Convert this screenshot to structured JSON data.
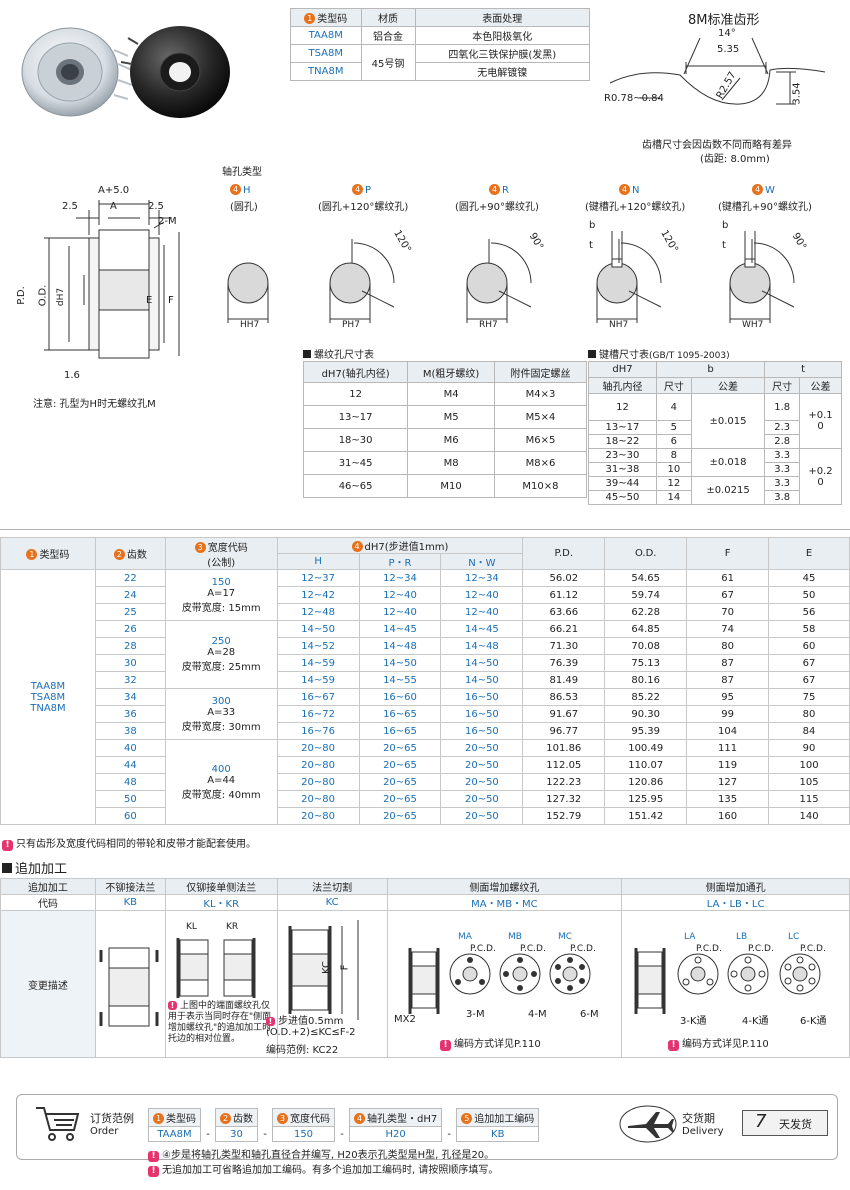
{
  "type_table": {
    "headers": [
      "类型码",
      "材质",
      "表面处理"
    ],
    "header_num": "1",
    "rows": [
      [
        "TAA8M",
        "铝合金",
        "本色阳极氧化"
      ],
      [
        "TSA8M",
        "45号钢",
        "四氧化三铁保护膜(发黑)"
      ],
      [
        "TNA8M",
        "",
        "无电解镀镍"
      ]
    ]
  },
  "tooth_profile": {
    "title": "8M标准齿形",
    "angle": "14°",
    "width": "5.35",
    "radius": "R2.57",
    "depth": "3.54",
    "fillet": "R0.78~0.84",
    "note1": "齿槽尺寸会因齿数不同而略有差异",
    "note2": "(齿距: 8.0mm)"
  },
  "pulley_dims": {
    "a5": "A+5.0",
    "w1": "2.5",
    "a": "A",
    "w2": "2.5",
    "m2": "2-M",
    "pd": "P.D.",
    "od": "O.D.",
    "dh7": "dH7",
    "e": "E",
    "f": "F",
    "t16": "1.6",
    "note": "注意: 孔型为H时无螺纹孔M"
  },
  "bore_types": {
    "title": "轴孔类型",
    "items": [
      {
        "code": "H",
        "desc": "(圆孔)",
        "dim": "HH7",
        "angle": ""
      },
      {
        "code": "P",
        "desc": "(圆孔+120°螺纹孔)",
        "dim": "PH7",
        "angle": "120°"
      },
      {
        "code": "R",
        "desc": "(圆孔+90°螺纹孔)",
        "dim": "RH7",
        "angle": "90°"
      },
      {
        "code": "N",
        "desc": "(键槽孔+120°螺纹孔)",
        "dim": "NH7",
        "angle": "120°"
      },
      {
        "code": "W",
        "desc": "(键槽孔+90°螺纹孔)",
        "dim": "WH7",
        "angle": "90°"
      }
    ],
    "num": "4",
    "b": "b",
    "t": "t"
  },
  "screw_table": {
    "title": "螺纹孔尺寸表",
    "headers": [
      "dH7(轴孔内径)",
      "M(粗牙螺纹)",
      "附件固定螺丝"
    ],
    "rows": [
      [
        "12",
        "M4",
        "M4×3"
      ],
      [
        "13~17",
        "M5",
        "M5×4"
      ],
      [
        "18~30",
        "M6",
        "M6×5"
      ],
      [
        "31~45",
        "M8",
        "M8×6"
      ],
      [
        "46~65",
        "M10",
        "M10×8"
      ]
    ]
  },
  "key_table": {
    "title": "键槽尺寸表",
    "title_suffix": "(GB/T 1095-2003)",
    "h_d": "dH7",
    "h_bore": "轴孔内径",
    "h_b": "b",
    "h_t": "t",
    "h_size": "尺寸",
    "h_tol": "公差",
    "rows": [
      {
        "d": "12",
        "b": "4",
        "t": "1.8"
      },
      {
        "d": "13~17",
        "b": "5",
        "t": "2.3"
      },
      {
        "d": "18~22",
        "b": "6",
        "t": "2.8"
      },
      {
        "d": "23~30",
        "b": "8",
        "t": "3.3"
      },
      {
        "d": "31~38",
        "b": "10",
        "t": "3.3"
      },
      {
        "d": "39~44",
        "b": "12",
        "t": "3.3"
      },
      {
        "d": "45~50",
        "b": "14",
        "t": "3.8"
      }
    ],
    "b_tol": [
      "±0.015",
      "±0.018",
      "±0.0215"
    ],
    "t_tol_a": "+0.1",
    "t_tol_a2": "0",
    "t_tol_b": "+0.2",
    "t_tol_b2": "0"
  },
  "main_table": {
    "h_type": "类型码",
    "h_teeth": "齿数",
    "h_width": "宽度代码",
    "h_width2": "(公制)",
    "h_dh7": "dH7(步进值1mm)",
    "h_h": "H",
    "h_pr": "P・R",
    "h_nw": "N・W",
    "h_pd": "P.D.",
    "h_od": "O.D.",
    "h_f": "F",
    "h_e": "E",
    "types": [
      "TAA8M",
      "TSA8M",
      "TNA8M"
    ],
    "widths": [
      {
        "code": "150",
        "a": "A=17",
        "belt": "皮带宽度: 15mm"
      },
      {
        "code": "250",
        "a": "A=28",
        "belt": "皮带宽度: 25mm"
      },
      {
        "code": "300",
        "a": "A=33",
        "belt": "皮带宽度: 30mm"
      },
      {
        "code": "400",
        "a": "A=44",
        "belt": "皮带宽度: 40mm"
      }
    ],
    "rows": [
      [
        "22",
        "12~37",
        "12~34",
        "12~34",
        "56.02",
        "54.65",
        "61",
        "45"
      ],
      [
        "24",
        "12~42",
        "12~40",
        "12~40",
        "61.12",
        "59.74",
        "67",
        "50"
      ],
      [
        "25",
        "12~48",
        "12~40",
        "12~40",
        "63.66",
        "62.28",
        "70",
        "56"
      ],
      [
        "26",
        "14~50",
        "14~45",
        "14~45",
        "66.21",
        "64.85",
        "74",
        "58"
      ],
      [
        "28",
        "14~52",
        "14~48",
        "14~48",
        "71.30",
        "70.08",
        "80",
        "60"
      ],
      [
        "30",
        "14~59",
        "14~50",
        "14~50",
        "76.39",
        "75.13",
        "87",
        "67"
      ],
      [
        "32",
        "14~59",
        "14~55",
        "14~50",
        "81.49",
        "80.16",
        "87",
        "67"
      ],
      [
        "34",
        "16~67",
        "16~60",
        "16~50",
        "86.53",
        "85.22",
        "95",
        "75"
      ],
      [
        "36",
        "16~72",
        "16~65",
        "16~50",
        "91.67",
        "90.30",
        "99",
        "80"
      ],
      [
        "38",
        "16~76",
        "16~65",
        "16~50",
        "96.77",
        "95.39",
        "104",
        "84"
      ],
      [
        "40",
        "20~80",
        "20~65",
        "20~50",
        "101.86",
        "100.49",
        "111",
        "90"
      ],
      [
        "44",
        "20~80",
        "20~65",
        "20~50",
        "112.05",
        "110.07",
        "119",
        "100"
      ],
      [
        "48",
        "20~80",
        "20~65",
        "20~50",
        "122.23",
        "120.86",
        "127",
        "105"
      ],
      [
        "50",
        "20~80",
        "20~65",
        "20~50",
        "127.32",
        "125.95",
        "135",
        "115"
      ],
      [
        "60",
        "20~80",
        "20~65",
        "20~50",
        "152.79",
        "151.42",
        "160",
        "140"
      ]
    ],
    "note": "只有齿形及宽度代码相同的带轮和皮带才能配套使用。"
  },
  "processing": {
    "title": "追加加工",
    "h_label": "追加加工",
    "h_code": "代码",
    "h_desc": "变更描述",
    "cols": [
      {
        "name": "不铆接法兰",
        "code": "KB"
      },
      {
        "name": "仅铆接单侧法兰",
        "code": "KL・KR"
      },
      {
        "name": "法兰切割",
        "code": "KC"
      },
      {
        "name": "侧面增加螺纹孔",
        "code": "MA・MB・MC"
      },
      {
        "name": "侧面增加通孔",
        "code": "LA・LB・LC"
      }
    ],
    "kl": "KL",
    "kr": "KR",
    "kl_note": "上图中的端面螺纹孔仅用于表示当同时存在\"侧面增加螺纹孔\"的追加加工时托边的相对位置。",
    "kc": "KC",
    "kc_f": "F",
    "kc_step": "步进值0.5mm",
    "kc_rule": "(O.D.+2)≤KC≤F-2",
    "kc_example": "编码范例: KC22",
    "ma": "MA",
    "mb": "MB",
    "mc": "MC",
    "pcd": "P.C.D.",
    "mx2": "MX2",
    "m3": "3-M",
    "m4": "4-M",
    "m6": "6-M",
    "la": "LA",
    "lb": "LB",
    "lc": "LC",
    "k3": "3-K通",
    "k4": "4-K通",
    "k6": "6-K通",
    "code_ref": "编码方式详见P.110"
  },
  "order": {
    "label": "订货范例",
    "label_en": "Order",
    "headers": [
      "类型码",
      "齿数",
      "宽度代码",
      "轴孔类型・dH7",
      "追加加工编码"
    ],
    "values": [
      "TAA8M",
      "30",
      "150",
      "H20",
      "KB"
    ],
    "dash": "-",
    "note1": "④步是将轴孔类型和轴孔直径合并编写, H20表示孔类型是H型, 孔径是20。",
    "note2": "无追加加工可省略追加加工编码。有多个追加加工编码时, 请按照顺序填写。",
    "delivery": "交货期",
    "delivery_en": "Delivery",
    "days": "7",
    "days_label": "天发货"
  }
}
